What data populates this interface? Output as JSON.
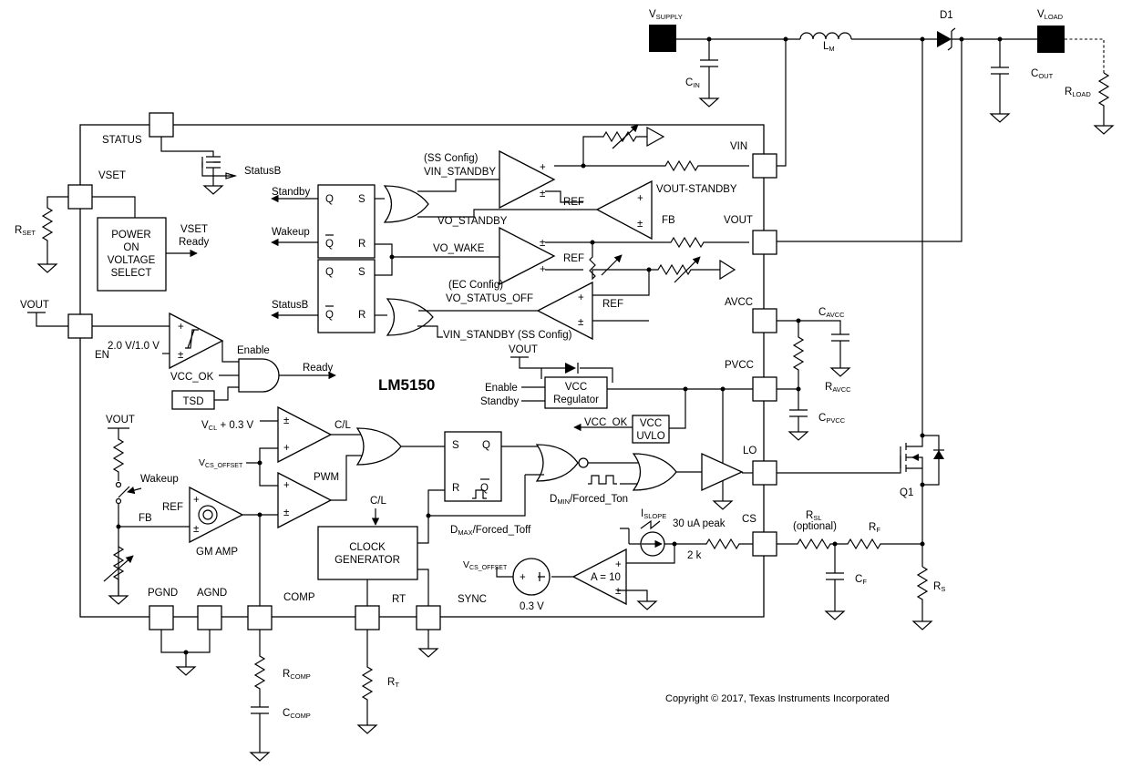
{
  "chip": {
    "title": "LM5150"
  },
  "copyright": "Copyright © 2017, Texas Instruments Incorporated",
  "pins": {
    "status": "STATUS",
    "vset": "VSET",
    "vout_left": "VOUT",
    "en": "EN",
    "pgnd": "PGND",
    "agnd": "AGND",
    "comp": "COMP",
    "rt": "RT",
    "sync": "SYNC",
    "vin": "VIN",
    "vout_right": "VOUT",
    "avcc": "AVCC",
    "pvcc": "PVCC",
    "lo": "LO",
    "cs": "CS"
  },
  "external": {
    "vsupply": {
      "main": "V",
      "sub": "SUPPLY"
    },
    "vload": {
      "main": "V",
      "sub": "LOAD"
    },
    "lm": {
      "main": "L",
      "sub": "M"
    },
    "d1": "D1",
    "cin": {
      "main": "C",
      "sub": "IN"
    },
    "cout": {
      "main": "C",
      "sub": "OUT"
    },
    "rload": {
      "main": "R",
      "sub": "LOAD"
    },
    "rset": {
      "main": "R",
      "sub": "SET"
    },
    "cavcc": {
      "main": "C",
      "sub": "AVCC"
    },
    "ravcc": {
      "main": "R",
      "sub": "AVCC"
    },
    "cpvcc": {
      "main": "C",
      "sub": "PVCC"
    },
    "q1": "Q1",
    "rsl": {
      "main": "R",
      "sub": "SL"
    },
    "rsl_note": "(optional)",
    "rf": {
      "main": "R",
      "sub": "F"
    },
    "cf": {
      "main": "C",
      "sub": "F"
    },
    "rs": {
      "main": "R",
      "sub": "S"
    },
    "rcomp": {
      "main": "R",
      "sub": "COMP"
    },
    "ccomp": {
      "main": "C",
      "sub": "COMP"
    },
    "rt": {
      "main": "R",
      "sub": "T"
    }
  },
  "blocks": {
    "power_on_voltage_select": [
      "POWER",
      "ON",
      "VOLTAGE",
      "SELECT"
    ],
    "vset_ready": [
      "VSET",
      "Ready"
    ],
    "vcc_regulator": [
      "VCC",
      "Regulator"
    ],
    "vcc_uvlo": [
      "VCC",
      "UVLO"
    ],
    "clock_generator": [
      "CLOCK",
      "GENERATOR"
    ],
    "tsd": "TSD",
    "amp_gain": "A = 10"
  },
  "signals": {
    "statusb_fet": "StatusB",
    "standby": "Standby",
    "wakeup_out": "Wakeup",
    "statusb_out": "StatusB",
    "ss_config": "(SS Config)",
    "vin_standby": "VIN_STANDBY",
    "vout_standby": "VOUT-STANDBY",
    "vo_standby": "VO_STANDBY",
    "vo_wake": "VO_WAKE",
    "ec_config": "(EC Config)",
    "vo_status_off": "VO_STATUS_OFF",
    "vin_standby_ss": "VIN_STANDBY (SS Config)",
    "ref": "REF",
    "fb": "FB",
    "en_threshold": "2.0 V/1.0 V",
    "enable": "Enable",
    "ready": "Ready",
    "vcc_ok": "VCC_OK",
    "vout_reg": "VOUT",
    "enable_reg": "Enable",
    "standby_reg": "Standby",
    "vcc_ok_uvlo": "VCC_OK",
    "vout_fb": "VOUT",
    "wakeup_sw": "Wakeup",
    "fb_node": "FB",
    "ref_gm": "REF",
    "gm_amp": "GM AMP",
    "vcl": {
      "main": "V",
      "sub": "CL",
      "tail": " + 0.3 V"
    },
    "vcs_offset": {
      "main": "V",
      "sub": "CS_OFFSET"
    },
    "cl_out": "C/L",
    "pwm": "PWM",
    "cl_clock": "C/L",
    "dmin": {
      "main": "D",
      "sub": "MIN",
      "tail": "/Forced_Ton"
    },
    "dmax": {
      "main": "D",
      "sub": "MAX",
      "tail": "/Forced_Toff"
    },
    "islope": {
      "main": "I",
      "sub": "SLOPE"
    },
    "slope_peak": "30 uA peak",
    "r_2k": "2 k",
    "vcs_offset2": {
      "main": "V",
      "sub": "CS_OFFSET"
    },
    "offset_03": "0.3 V"
  },
  "latch": {
    "q": "Q",
    "s": "S",
    "qbar": "Q",
    "r": "R"
  },
  "plusminus": {
    "plus": "+",
    "minus": "±"
  }
}
